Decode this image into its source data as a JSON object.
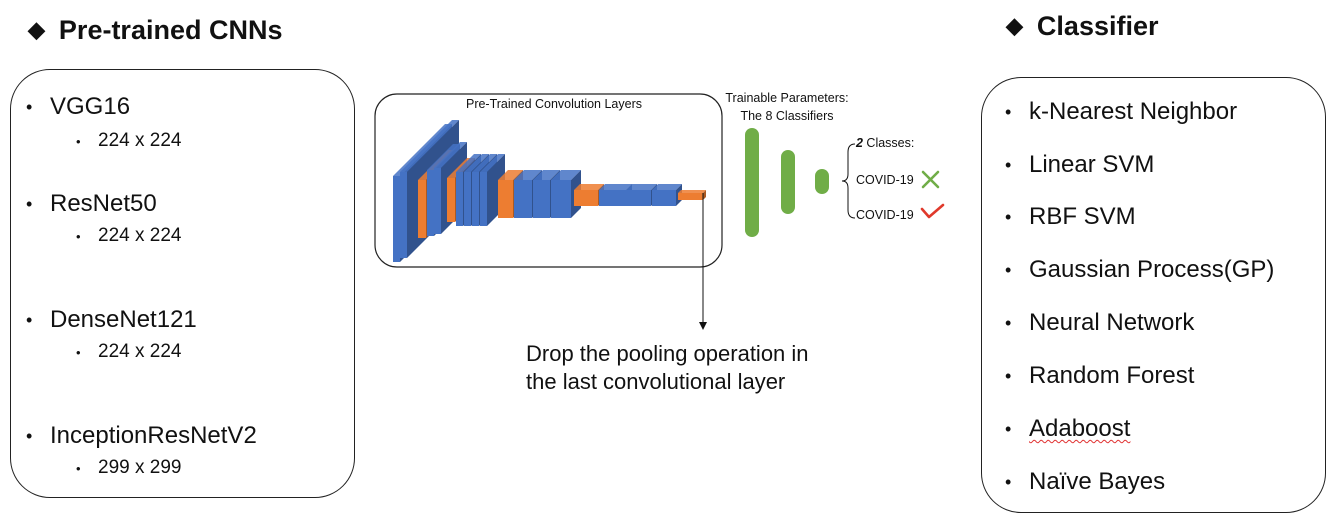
{
  "left": {
    "heading": "Pre-trained CNNs",
    "models": [
      {
        "name": "VGG16",
        "size": "224 x 224"
      },
      {
        "name": "ResNet50",
        "size": "224 x 224"
      },
      {
        "name": "DenseNet121",
        "size": "224 x 224"
      },
      {
        "name": "InceptionResNetV2",
        "size": "299 x 299"
      }
    ]
  },
  "center": {
    "conv_title": "Pre-Trained Convolution Layers",
    "trainable_line1": "Trainable Parameters:",
    "trainable_line2": "The 8 Classifiers",
    "classes_count": "2",
    "classes_label": " Classes:",
    "class_labels": [
      "COVID-19",
      "COVID-19"
    ],
    "note_line1": "Drop the pooling operation in",
    "note_line2": "the last convolutional layer",
    "colors": {
      "blue": "#4472C4",
      "orange": "#ED7D31",
      "green": "#70AD47",
      "red": "#E0392B"
    }
  },
  "right": {
    "heading": "Classifier",
    "items": [
      "k-Nearest Neighbor",
      "Linear SVM",
      "RBF SVM",
      "Gaussian Process(GP)",
      "Neural Network",
      "Random Forest",
      "Adaboost",
      "Naïve Bayes"
    ]
  }
}
